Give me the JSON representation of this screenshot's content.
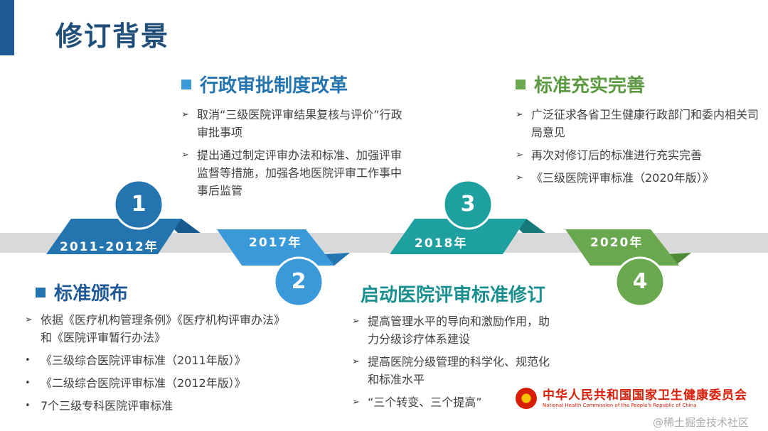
{
  "title": "修订背景",
  "colors": {
    "stage1": "#2474b0",
    "stage2": "#3a9ad9",
    "stage3": "#1fa0a0",
    "stage4": "#6aa84f",
    "title": "#1f4e79"
  },
  "timeline": [
    {
      "number": "1",
      "year": "2011-2012年"
    },
    {
      "number": "2",
      "year": "2017年"
    },
    {
      "number": "3",
      "year": "2018年"
    },
    {
      "number": "4",
      "year": "2020年"
    }
  ],
  "sections": {
    "s1": {
      "heading": "标准颁布",
      "items": [
        {
          "marker": "➢",
          "text": "依据《医疗机构管理条例》《医疗机构评审办法》和《医院评审暂行办法》"
        },
        {
          "marker": "•",
          "text": "《三级综合医院评审标准（2011年版）》"
        },
        {
          "marker": "•",
          "text": "《二级综合医院评审标准（2012年版）》"
        },
        {
          "marker": "•",
          "text": "7个三级专科医院评审标准"
        }
      ]
    },
    "s2": {
      "heading": "行政审批制度改革",
      "items": [
        {
          "marker": "➢",
          "text": "取消“三级医院评审结果复核与评价”行政审批事项"
        },
        {
          "marker": "➢",
          "text": "提出通过制定评审办法和标准、加强评审监督等措施，加强各地医院评审工作事中事后监管"
        }
      ]
    },
    "s3": {
      "heading": "启动医院评审标准修订",
      "items": [
        {
          "marker": "➢",
          "text": "提高管理水平的导向和激励作用，助力分级诊疗体系建设"
        },
        {
          "marker": "➢",
          "text": "提高医院分级管理的科学化、规范化和标准水平"
        },
        {
          "marker": "➢",
          "text": "“三个转变、三个提高”"
        }
      ]
    },
    "s4": {
      "heading": "标准充实完善",
      "items": [
        {
          "marker": "➢",
          "text": "广泛征求各省卫生健康行政部门和委内相关司局意见"
        },
        {
          "marker": "➢",
          "text": "再次对修订后的标准进行充实完善"
        },
        {
          "marker": "➢",
          "text": "《三级医院评审标准（2020年版）》"
        }
      ]
    }
  },
  "logo": {
    "name_cn": "中华人民共和国国家卫生健康委员会",
    "name_en": "National Health Commission of the People's Republic of China"
  },
  "watermark": "@稀土掘金技术社区"
}
